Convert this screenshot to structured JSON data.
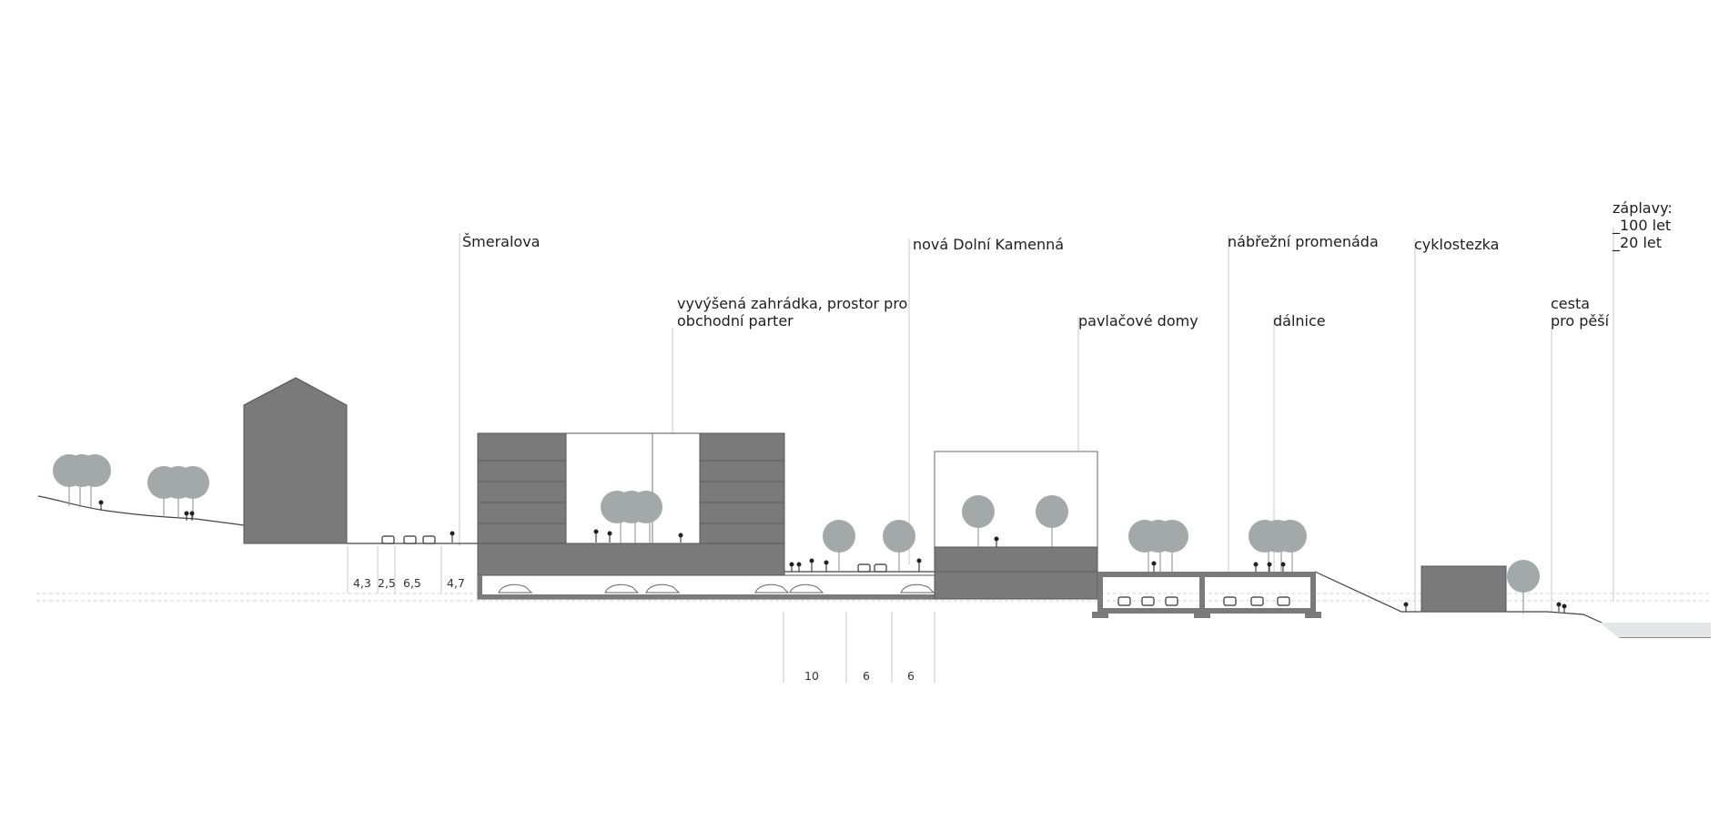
{
  "colors": {
    "building": "#7a7a7a",
    "tree": "#a3a9a8",
    "line": "#444444",
    "leader": "#c8c8c8",
    "water": "#e2e6e6"
  },
  "labels": {
    "smeralova": "Šmeralova",
    "zahradka_1": "vyvýšená zahrádka, prostor pro",
    "zahradka_2": "obchodní parter",
    "dolni_kamenna": "nová Dolní Kamenná",
    "pavlacove_domy": "pavlačové domy",
    "nabrezni_promenada": "nábřežní promenáda",
    "dalnice": "dálnice",
    "cyklostezka": "cyklostezka",
    "cesta_1": "cesta",
    "cesta_2": "pro pěší",
    "zaplavy_title": "záplavy:",
    "zaplavy_100": "_100 let",
    "zaplavy_20": "_20 let"
  },
  "dimensions": {
    "street": [
      "4,3",
      "2,5",
      "6,5",
      "4,7"
    ],
    "lower": [
      "10",
      "6",
      "6"
    ]
  }
}
